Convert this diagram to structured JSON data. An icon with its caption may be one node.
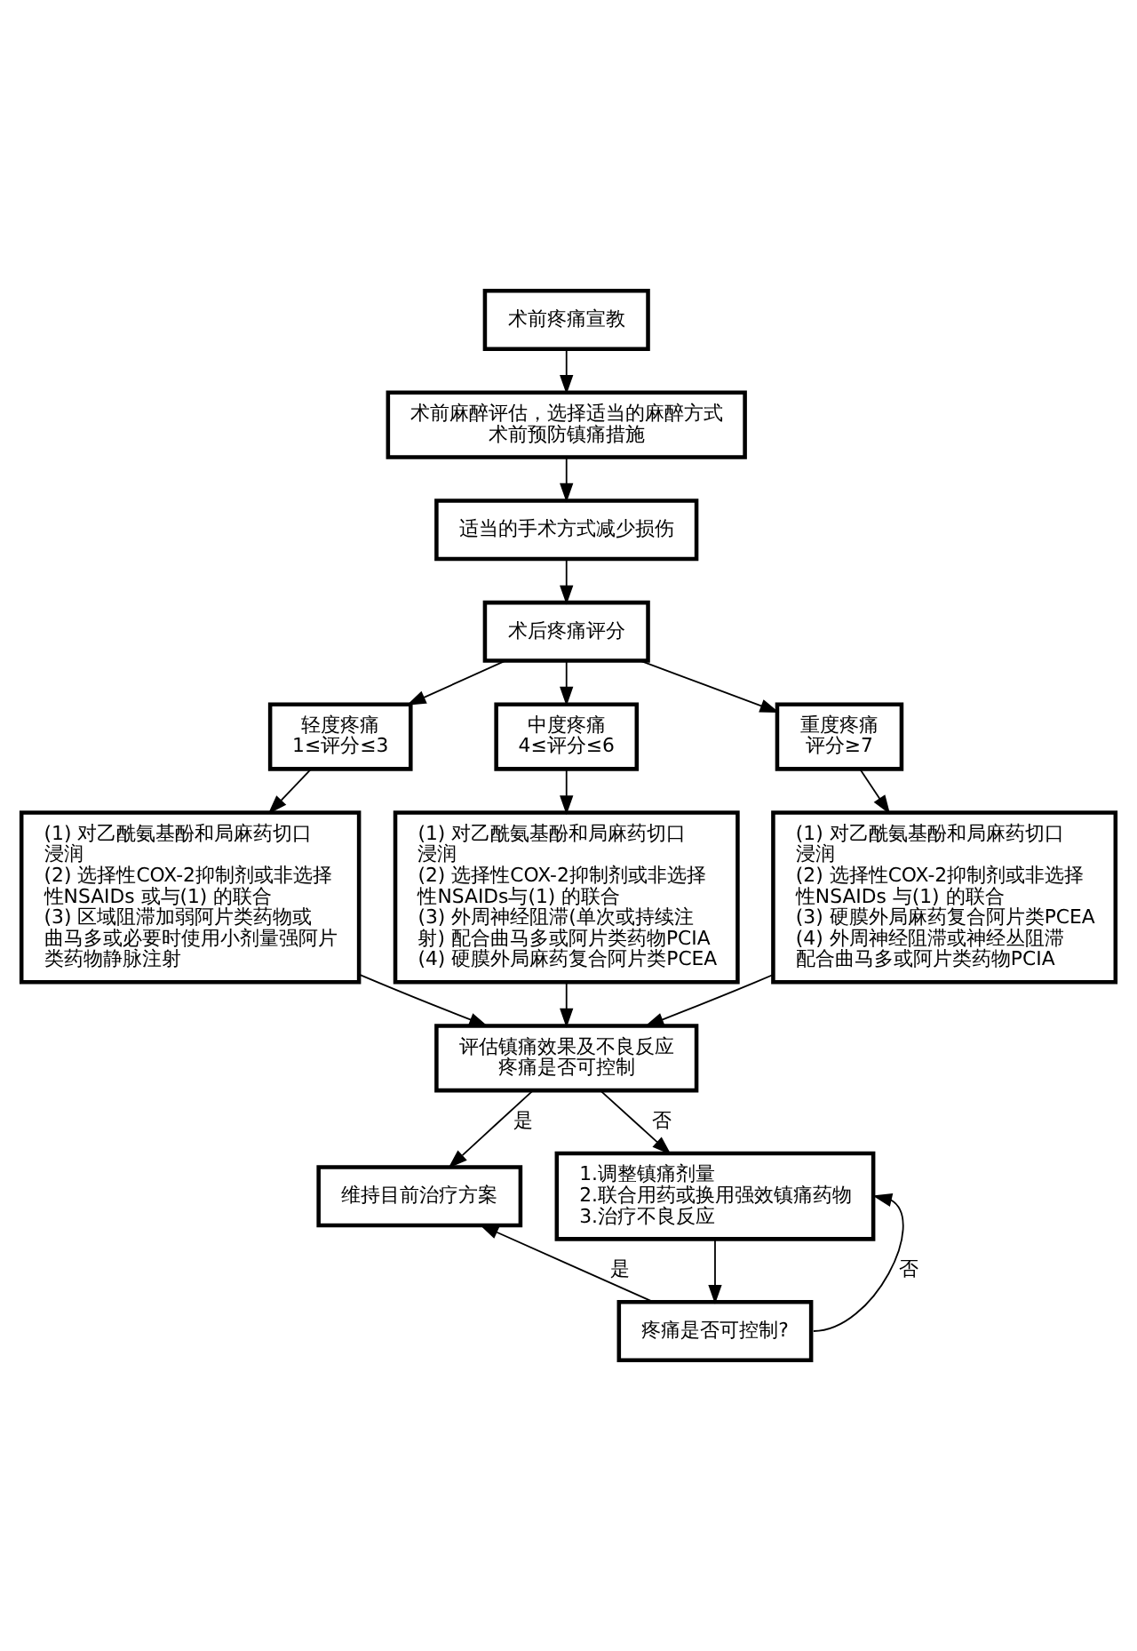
{
  "diagram": {
    "nodes": [
      {
        "text": [
          "术前疼痛宣教"
        ]
      },
      {
        "text": [
          "术前麻醉评估，选择适当的麻醉方式",
          "术前预防镇痛措施"
        ]
      },
      {
        "text": [
          "适当的手术方式减少损伤"
        ]
      },
      {
        "text": [
          "术后疼痛评分"
        ]
      },
      {
        "text": [
          "轻度疼痛",
          "1≤评分≤3"
        ]
      },
      {
        "text": [
          "中度疼痛",
          "4≤评分≤6"
        ]
      },
      {
        "text": [
          "重度疼痛",
          "评分≥7"
        ]
      },
      {
        "text": [
          "(1) 对乙酰氨基酚和局麻药切口浸润",
          "(2) 选择性COX-2抑制剂或非选择性NSAIDs 或与(1) 的联合",
          "(3) 区域阻滞加弱阿片类药物或曲马多或必要时使用小剂量强阿片类药物静脉注射"
        ]
      },
      {
        "text": [
          "(1) 对乙酰氨基酚和局麻药切口浸润",
          "(2) 选择性COX-2抑制剂或非选择性NSAIDs与(1) 的联合",
          "(3) 外周神经阻滞(单次或持续注射) 配合曲马多或阿片类药物PCIA",
          "(4) 硬膜外局麻药复合阿片类PCEA"
        ]
      },
      {
        "text": [
          "(1) 对乙酰氨基酚和局麻药切口浸润",
          "(2) 选择性COX-2抑制剂或非选择性NSAIDs 与(1) 的联合",
          "(3) 硬膜外局麻药复合阿片类PCEA",
          "(4) 外周神经阻滞或神经丛阻滞配合曲马多或阿片类药物PCIA"
        ]
      },
      {
        "text": [
          "评估镇痛效果及不良反应",
          "疼痛是否可控制"
        ]
      },
      {
        "text": [
          "维持目前治疗方案"
        ]
      },
      {
        "text": [
          "1.调整镇痛剂量",
          "2.联合用药或换用强效镇痛药物",
          "3.治疗不良反应"
        ]
      },
      {
        "text": [
          "疼痛是否可控制?"
        ]
      }
    ],
    "edges": [
      {
        "from": 0,
        "to": 1,
        "arrow": "to"
      },
      {
        "from": 1,
        "to": 2,
        "arrow": "to"
      },
      {
        "from": 2,
        "to": 3,
        "arrow": "to"
      },
      {
        "from": 3,
        "to": 4,
        "arrow": "to"
      },
      {
        "from": 3,
        "to": 5,
        "arrow": "to"
      },
      {
        "from": 3,
        "to": 6,
        "arrow": "to"
      },
      {
        "from": 4,
        "to": 7,
        "arrow": "to"
      },
      {
        "from": 5,
        "to": 8,
        "arrow": "to"
      },
      {
        "from": 6,
        "to": 9,
        "arrow": "to"
      },
      {
        "from": 7,
        "to": 10,
        "arrow": "to"
      },
      {
        "from": 8,
        "to": 10,
        "arrow": "to"
      },
      {
        "from": 9,
        "to": 10,
        "arrow": "to"
      },
      {
        "from": 10,
        "to": 11,
        "arrow": "to",
        "label": "是"
      },
      {
        "from": 10,
        "to": 12,
        "arrow": "to",
        "label": "否"
      },
      {
        "from": 12,
        "to": 13,
        "arrow": "to"
      },
      {
        "from": 13,
        "to": 11,
        "arrow": "to",
        "label": "是"
      },
      {
        "from": 13,
        "to": 12,
        "arrow": "to",
        "label": "否"
      }
    ]
  }
}
